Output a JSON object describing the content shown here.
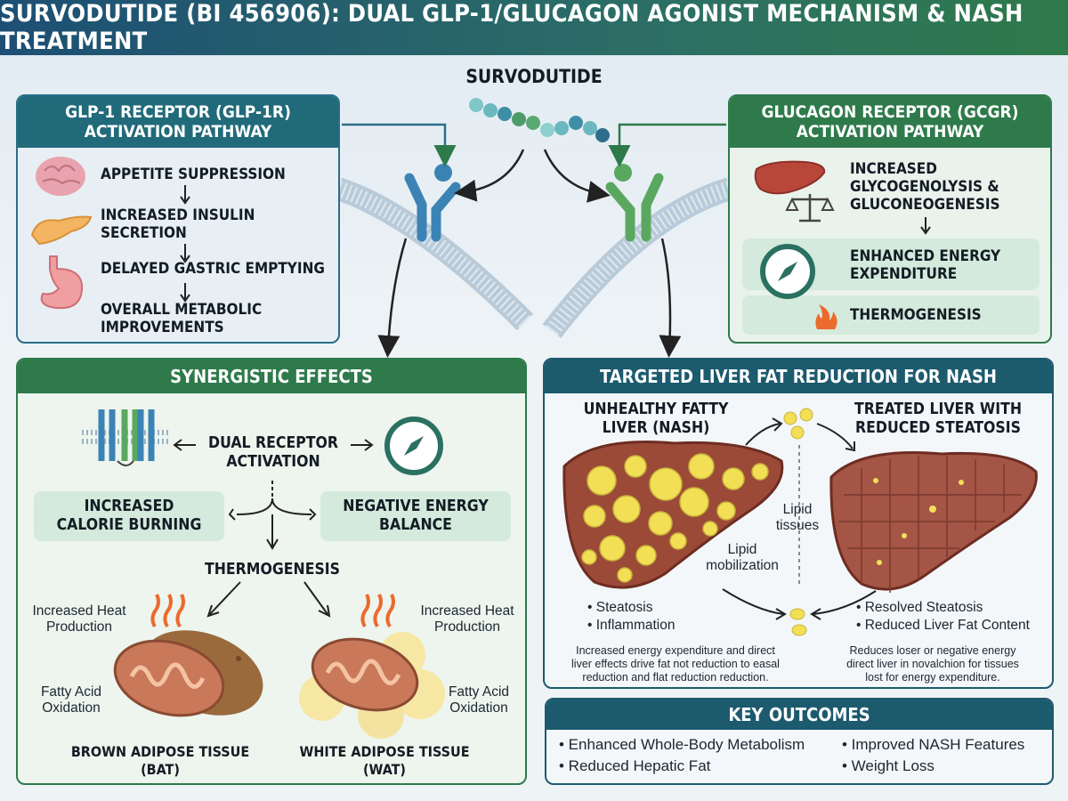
{
  "title": "SURVODUTIDE (BI 456906): DUAL GLP-1/GLUCAGON AGONIST MECHANISM & NASH TREATMENT",
  "drug_label": "SURVODUTIDE",
  "glp1_panel": {
    "title_line1": "GLP-1 RECEPTOR (GLP-1R)",
    "title_line2": "ACTIVATION PATHWAY",
    "steps": [
      "APPETITE SUPPRESSION",
      "INCREASED INSULIN",
      "SECRETION",
      "DELAYED GASTRIC EMPTYING",
      "OVERALL METABOLIC",
      "IMPROVEMENTS"
    ]
  },
  "gcgr_panel": {
    "title_line1": "GLUCAGON RECEPTOR (GCGR)",
    "title_line2": "ACTIVATION PATHWAY",
    "steps": [
      "INCREASED",
      "GLYCOGENOLYSIS &",
      "GLUCONEOGENESIS",
      "ENHANCED ENERGY",
      "EXPENDITURE",
      "THERMOGENESIS"
    ]
  },
  "synergy_panel": {
    "title": "SYNERGISTIC EFFECTS",
    "dual_line1": "DUAL RECEPTOR",
    "dual_line2": "ACTIVATION",
    "calorie_line1": "INCREASED",
    "calorie_line2": "CALORIE BURNING",
    "negative_line1": "NEGATIVE ENERGY",
    "negative_line2": "BALANCE",
    "thermo": "THERMOGENESIS",
    "heat_left_1": "Increased Heat",
    "heat_left_2": "Production",
    "heat_right_1": "Increased Heat",
    "heat_right_2": "Production",
    "fatty_left_1": "Fatty Acid",
    "fatty_left_2": "Oxidation",
    "fatty_right_1": "Fatty Acid",
    "fatty_right_2": "Oxidation",
    "bat_1": "BROWN ADIPOSE TISSUE",
    "bat_2": "(BAT)",
    "wat_1": "WHITE ADIPOSE TISSUE",
    "wat_2": "(WAT)"
  },
  "liver_panel": {
    "title": "TARGETED LIVER FAT REDUCTION FOR NASH",
    "unhealthy_1": "UNHEALTHY FATTY",
    "unhealthy_2": "LIVER (NASH)",
    "treated_1": "TREATED LIVER WITH",
    "treated_2": "REDUCED STEATOSIS",
    "lipid_tissues_1": "Lipid",
    "lipid_tissues_2": "tissues",
    "lipid_mob_1": "Lipid",
    "lipid_mob_2": "mobilization",
    "left_bullets": [
      "• Steatosis",
      "• Inflammation"
    ],
    "right_bullets": [
      "• Resolved Steatosis",
      "• Reduced Liver Fat Content"
    ],
    "left_note": [
      "Increased energy expenditure and direct",
      "liver effects drive fat not reduction to easal",
      "reduction and flat reduction reduction."
    ],
    "right_note": [
      "Reduces loser or negative energy",
      "direct liver in novalchion for tissues",
      "lost for energy expenditure."
    ]
  },
  "outcomes": {
    "title": "KEY OUTCOMES",
    "items": [
      "• Enhanced Whole-Body Metabolism",
      "• Reduced Hepatic Fat",
      "• Improved NASH Features",
      "• Weight Loss"
    ]
  },
  "colors": {
    "glp1_blue": "#1f5d78",
    "gcgr_green": "#2e7a4b",
    "liver_teal": "#1c5a6e",
    "box_green": "#d4eadc"
  },
  "icons": [
    "brain-icon",
    "pancreas-icon",
    "stomach-icon",
    "liver-icon",
    "scale-icon",
    "compass-icon",
    "flame-icon",
    "receptor-icon",
    "mitochondria-icon",
    "peptide-icon",
    "lipid-droplet-icon"
  ]
}
